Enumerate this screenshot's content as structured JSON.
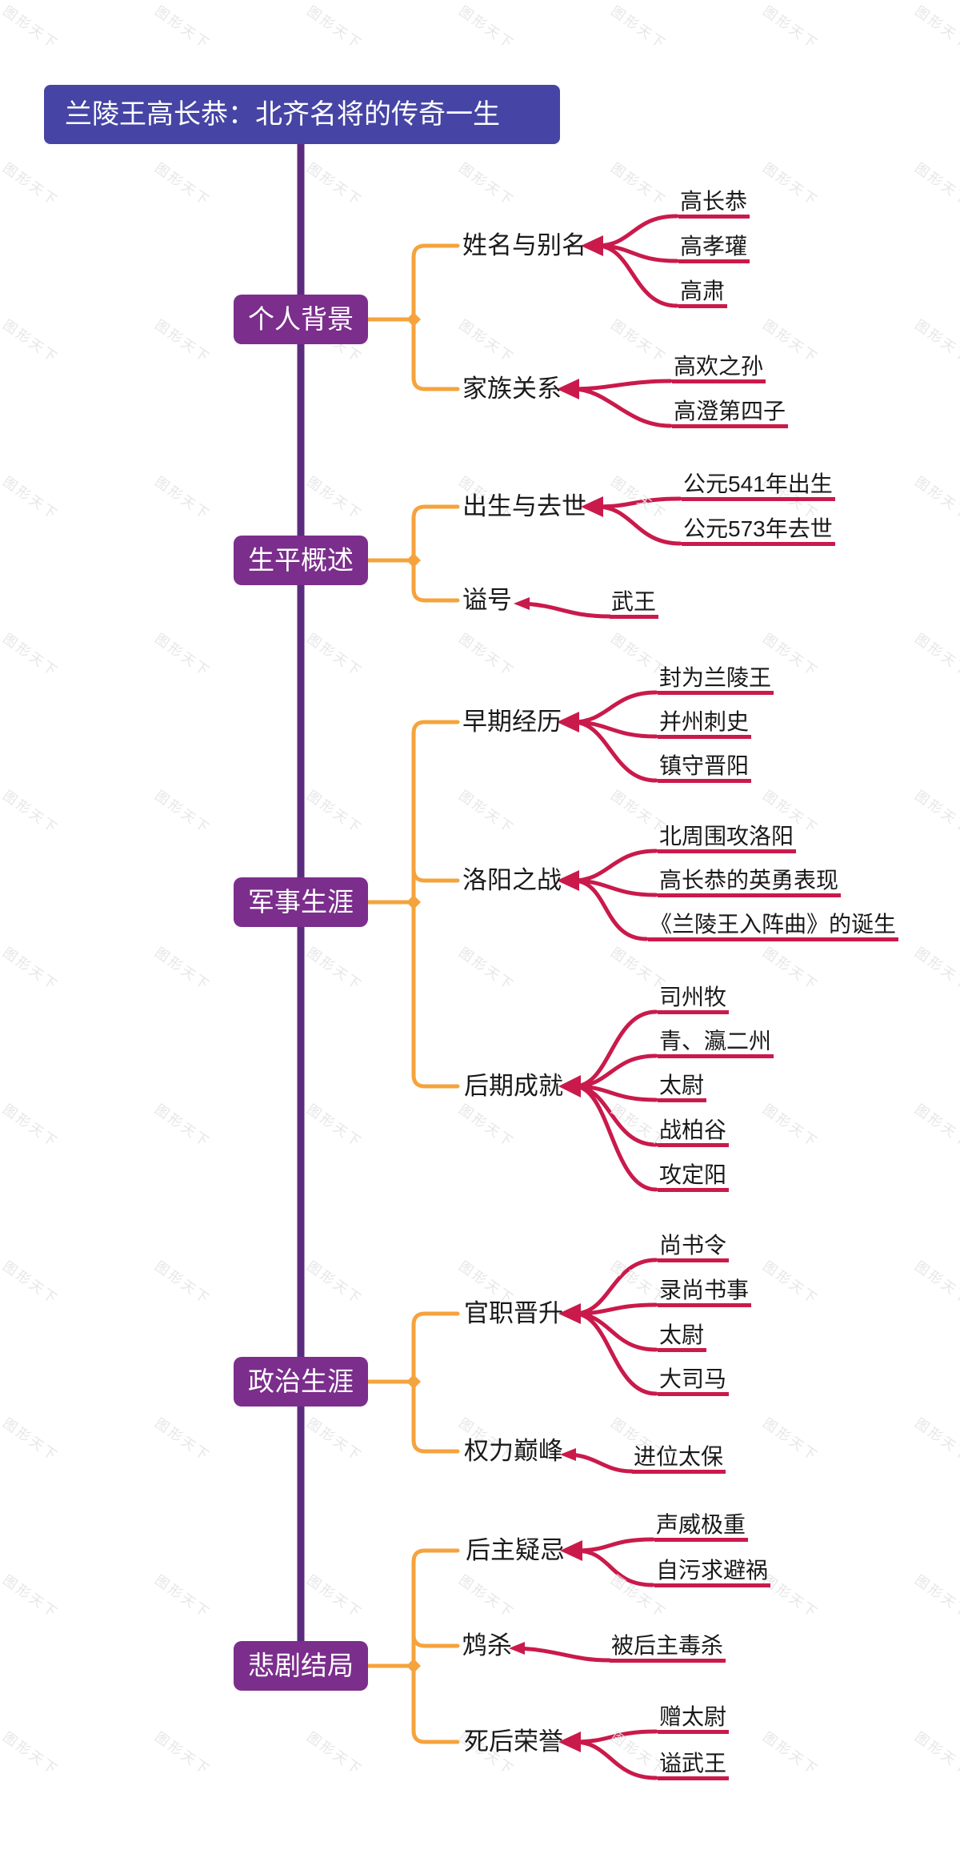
{
  "title": "兰陵王高长恭：北齐名将的传奇一生",
  "watermark": "图形天下",
  "colors": {
    "title_bg": "#4645A5",
    "topic_bg": "#7B2E8C",
    "spine": "#5C2B80",
    "branch_orange": "#F5A33C",
    "curve_crimson": "#C91A4B",
    "text": "#1A1A1A",
    "watermark_gray": "#E4E4E4"
  },
  "topics": [
    {
      "label": "个人背景",
      "subtopics": [
        {
          "label": "姓名与别名",
          "children": [
            "高长恭",
            "高孝瓘",
            "高肃"
          ]
        },
        {
          "label": "家族关系",
          "children": [
            "高欢之孙",
            "高澄第四子"
          ]
        }
      ]
    },
    {
      "label": "生平概述",
      "subtopics": [
        {
          "label": "出生与去世",
          "children": [
            "公元541年出生",
            "公元573年去世"
          ]
        },
        {
          "label": "谥号",
          "children": [
            "武王"
          ]
        }
      ]
    },
    {
      "label": "军事生涯",
      "subtopics": [
        {
          "label": "早期经历",
          "children": [
            "封为兰陵王",
            "并州刺史",
            "镇守晋阳"
          ]
        },
        {
          "label": "洛阳之战",
          "children": [
            "北周围攻洛阳",
            "高长恭的英勇表现",
            "《兰陵王入阵曲》的诞生"
          ]
        },
        {
          "label": "后期成就",
          "children": [
            "司州牧",
            "青、瀛二州",
            "太尉",
            "战柏谷",
            "攻定阳"
          ]
        }
      ]
    },
    {
      "label": "政治生涯",
      "subtopics": [
        {
          "label": "官职晋升",
          "children": [
            "尚书令",
            "录尚书事",
            "太尉",
            "大司马"
          ]
        },
        {
          "label": "权力巅峰",
          "children": [
            "进位太保"
          ]
        }
      ]
    },
    {
      "label": "悲剧结局",
      "subtopics": [
        {
          "label": "后主疑忌",
          "children": [
            "声威极重",
            "自污求避祸"
          ]
        },
        {
          "label": "鸩杀",
          "children": [
            "被后主毒杀"
          ]
        },
        {
          "label": "死后荣誉",
          "children": [
            "赠太尉",
            "谥武王"
          ]
        }
      ]
    }
  ]
}
